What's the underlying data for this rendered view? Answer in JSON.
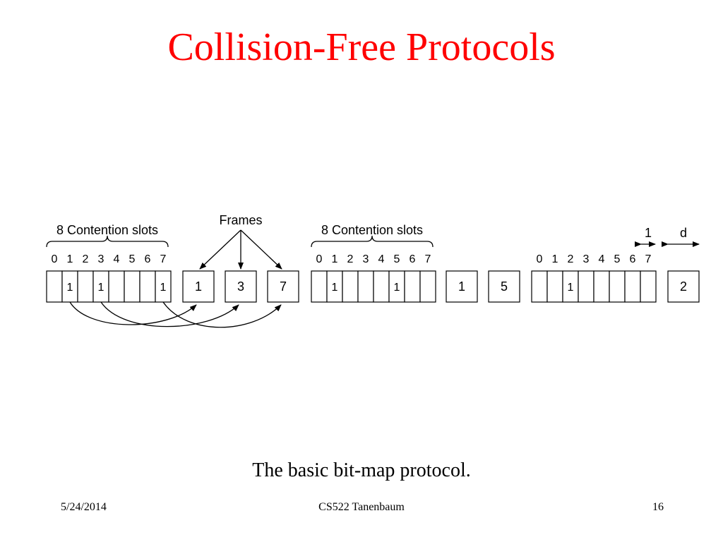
{
  "slide": {
    "title": "Collision-Free Protocols",
    "caption": "The basic bit-map protocol.",
    "footer": {
      "date": "5/24/2014",
      "center": "CS522 Tanenbaum",
      "page": "16"
    }
  },
  "diagram": {
    "labels": {
      "contention_slots": "8 Contention slots",
      "frames": "Frames",
      "slot_time": "1",
      "frame_time": "d"
    },
    "slot_numbers": [
      "0",
      "1",
      "2",
      "3",
      "4",
      "5",
      "6",
      "7"
    ],
    "groups": [
      {
        "contention_label": "8 Contention slots",
        "reservations": [
          "",
          "1",
          "",
          "1",
          "",
          "",
          "",
          "1"
        ],
        "frames": [
          "1",
          "3",
          "7"
        ]
      },
      {
        "contention_label": "8 Contention slots",
        "reservations": [
          "",
          "1",
          "",
          "",
          "",
          "1",
          "",
          ""
        ],
        "frames": [
          "1",
          "5"
        ]
      },
      {
        "contention_label": "",
        "reservations": [
          "",
          "",
          "1",
          "",
          "",
          "",
          "",
          ""
        ],
        "frames": [
          "2"
        ]
      }
    ]
  }
}
